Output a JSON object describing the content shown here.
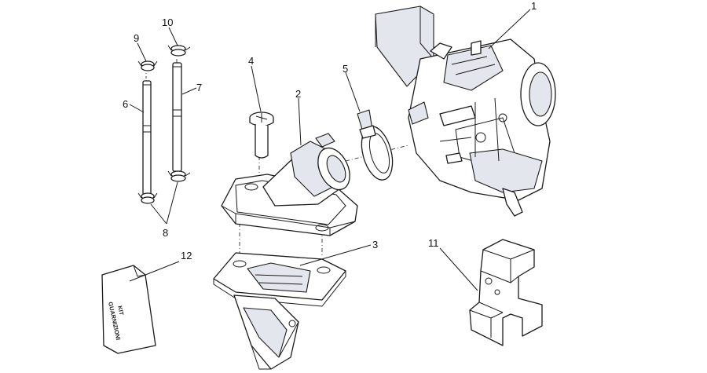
{
  "callouts": {
    "c1": "1",
    "c2": "2",
    "c3": "3",
    "c4": "4",
    "c5": "5",
    "c6": "6",
    "c7": "7",
    "c8": "8",
    "c9": "9",
    "c10": "10",
    "c11": "11",
    "c12": "12"
  },
  "kit_label": {
    "line1": "KIT",
    "line2": "GUARNIZIONI"
  }
}
